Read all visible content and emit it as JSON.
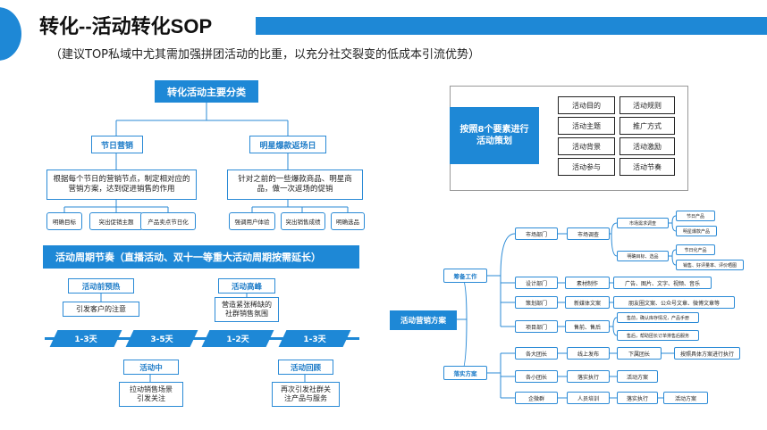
{
  "header": {
    "title": "转化--活动转化SOP",
    "subtitle": "（建议TOP私域中尤其需加强拼团活动的比重，以充分社交裂变的低成本引流优势）"
  },
  "categories": {
    "root": "转化活动主要分类",
    "festival": {
      "label": "节日营销",
      "desc": "根据每个节日的营销节点，制定相对应的营销方案，达到促进销售的作用",
      "tags": [
        "明确目标",
        "突出促销主题",
        "产品卖点节日化"
      ]
    },
    "hot_return": {
      "label": "明星爆款返场日",
      "desc": "针对之前的一些爆款商品、明星商品，做一次返场的促销",
      "tags": [
        "强调用户体验",
        "突出销售成绩",
        "明确选品"
      ]
    }
  },
  "cycle": {
    "banner": "活动周期节奏（直播活动、双十一等重大活动周期按需延长）",
    "pre": {
      "label": "活动前预热",
      "desc": "引发客户的注意"
    },
    "peak": {
      "label": "活动高峰",
      "desc": "营造紧张稀缺的社群销售氛围"
    },
    "durations": [
      "1-3天",
      "3-5天",
      "1-2天",
      "1-3天"
    ],
    "mid": {
      "label": "活动中",
      "desc": "拉动销售场景引发关注"
    },
    "review": {
      "label": "活动回顾",
      "desc": "再次引发社群关注产品与服务"
    }
  },
  "elements": {
    "title": "按照8个要素进行活动策划",
    "items": [
      "活动目的",
      "活动规则",
      "活动主题",
      "推广方式",
      "活动背景",
      "活动激励",
      "活动参与",
      "活动节奏"
    ]
  },
  "plan": {
    "root": "活动营销方案",
    "prep": "筹备工作",
    "exec": "落实方案",
    "market_dept": "市场部门",
    "market_research": "市场调查",
    "market_demand": "市场需求调查",
    "holiday_products": "节日产品",
    "star_products": "明星爆款产品",
    "clear_goals": "明确目标、选品",
    "festival_products": "节日化产品",
    "sales_goals": "销售、好评量率、评价晒图",
    "design_dept": "设计部门",
    "materials": "素材制作",
    "materials_desc": "广告、图片、文字、视频、音乐",
    "planning_dept": "策划部门",
    "new_media": "新媒体文案",
    "new_media_desc": "朋友圈文案、公众号文章、微博文章等",
    "project_dept": "项目部门",
    "presale": "售前、售后",
    "presale_desc1": "售前，确认库存情况，产品手册",
    "presale_desc2": "售后，帮助团长订单排售后服务",
    "captain_big": "各大团长",
    "online_release": "线上发布",
    "dist_groups": "下属团长",
    "follow_plan": "按照具体方案进行执行",
    "captain_small": "各小团长",
    "execute_1": "落实执行",
    "plan_1": "活动方案",
    "enterprise": "企微群",
    "training": "人员培训",
    "execute_2": "落实执行",
    "plan_2": "活动方案"
  }
}
